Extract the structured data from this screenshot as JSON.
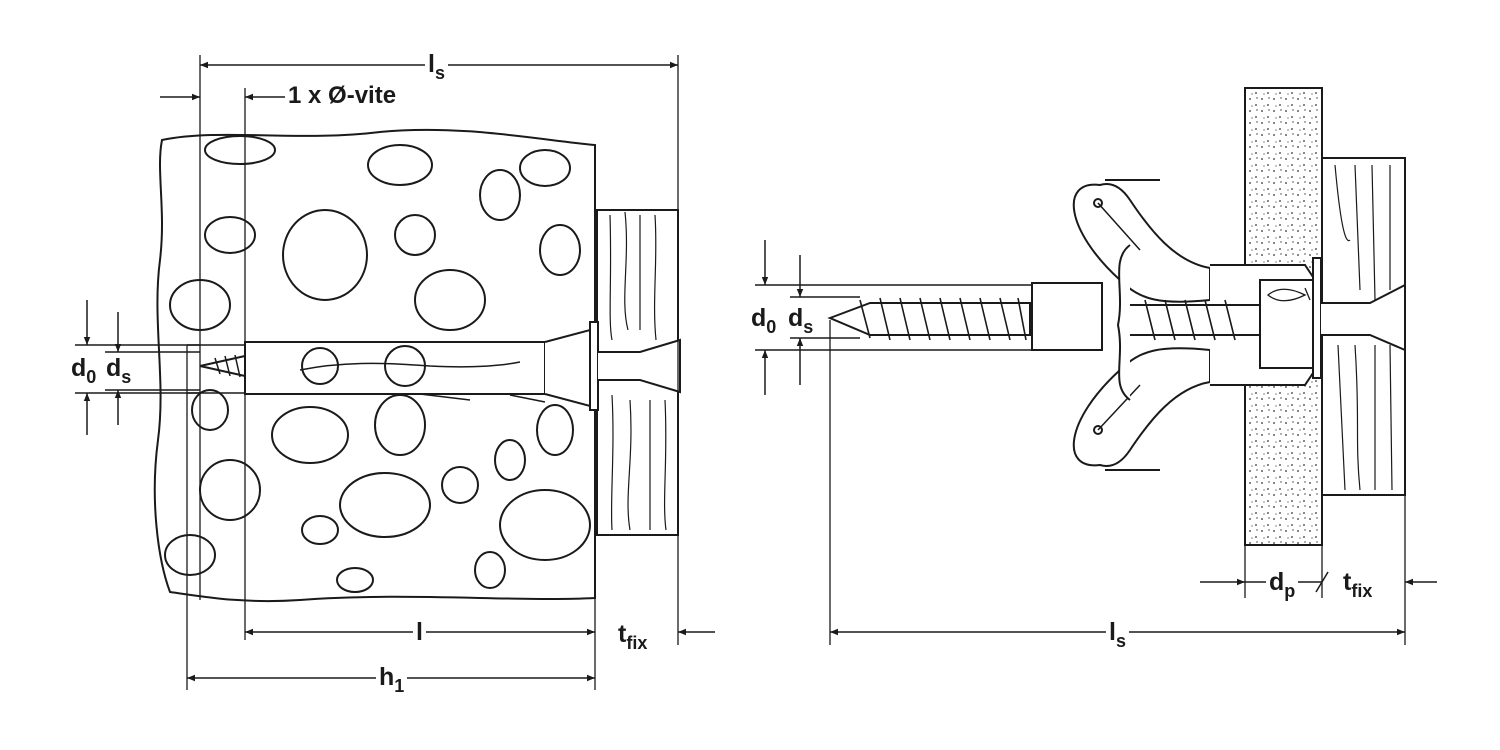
{
  "left_figure": {
    "dim_ls": {
      "main": "l",
      "sub": "s"
    },
    "dim_screw_diameter": "1 x Ø-vite",
    "dim_d0": {
      "main": "d",
      "sub": "0"
    },
    "dim_ds": {
      "main": "d",
      "sub": "s"
    },
    "dim_l": "l",
    "dim_tfix": {
      "main": "t",
      "sub": "fix"
    },
    "dim_h1": {
      "main": "h",
      "sub": "1"
    }
  },
  "right_figure": {
    "dim_d0": {
      "main": "d",
      "sub": "0"
    },
    "dim_ds": {
      "main": "d",
      "sub": "s"
    },
    "dim_dp": {
      "main": "d",
      "sub": "p"
    },
    "dim_tfix": {
      "main": "t",
      "sub": "fix"
    },
    "dim_ls": {
      "main": "l",
      "sub": "s"
    }
  },
  "colors": {
    "line": "#1a1a1a",
    "background": "#ffffff"
  }
}
